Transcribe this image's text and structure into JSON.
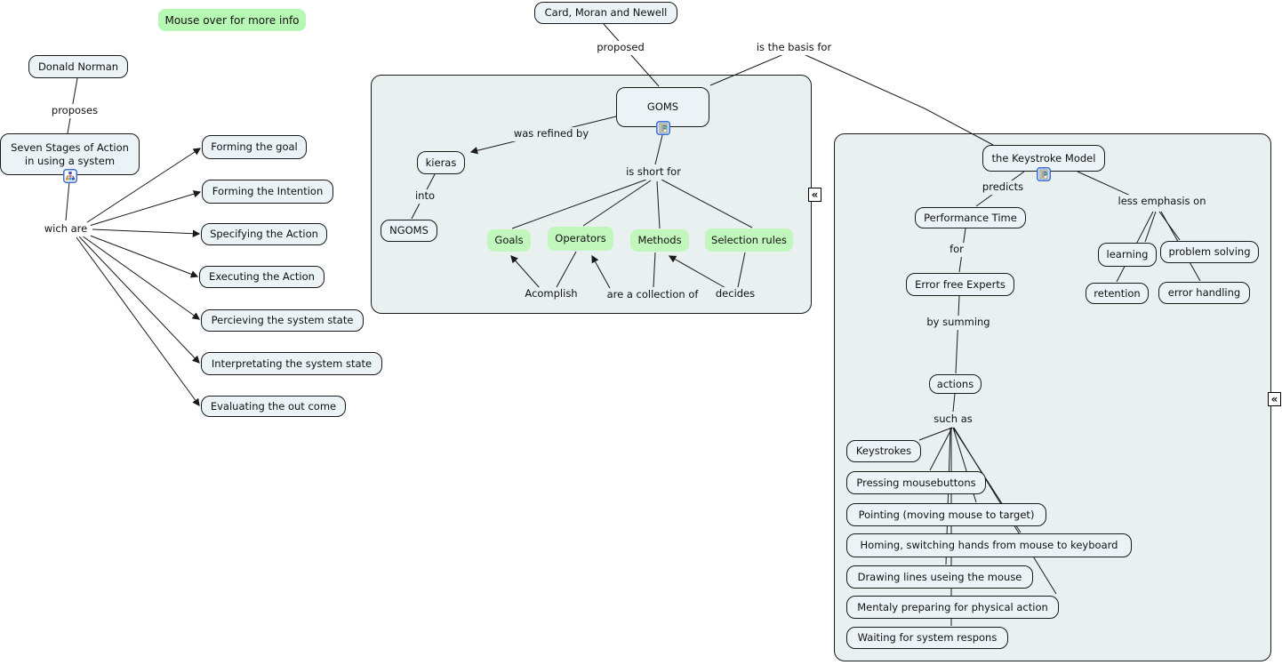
{
  "hint": {
    "label": "Mouse over for more info"
  },
  "norman": {
    "author": "Donald Norman",
    "link_proposes": "proposes",
    "concept": "Seven Stages of Action in using a system",
    "link_which_are": "wich are",
    "stages": [
      "Forming the goal",
      "Forming the Intention",
      "Specifying the Action",
      "Executing the Action",
      "Percieving the system state",
      "Interpretating the system state",
      "Evaluating the out come"
    ]
  },
  "goms": {
    "authors": "Card, Moran and Newell",
    "link_proposed": "proposed",
    "link_basis": "is the basis for",
    "concept": "GOMS",
    "link_refined": "was refined by",
    "kieras": "kieras",
    "link_into": "into",
    "ngoms": "NGOMS",
    "link_short_for": "is short for",
    "components": [
      "Goals",
      "Operators",
      "Methods",
      "Selection rules"
    ],
    "link_accomplish": "Acomplish",
    "link_collection": "are a collection of",
    "link_decides": "decides"
  },
  "keystroke": {
    "concept": "the Keystroke Model",
    "link_predicts": "predicts",
    "performance": "Performance Time",
    "link_for": "for",
    "experts": "Error free Experts",
    "link_summing": "by summing",
    "actions_label": "actions",
    "link_such_as": "such as",
    "action_items": [
      "Keystrokes",
      "Pressing mousebuttons",
      "Pointing (moving mouse to target)",
      "Homing, switching hands from mouse to keyboard",
      "Drawing lines useing the mouse",
      "Mentaly preparing for physical action",
      "Waiting for system respons"
    ],
    "link_less_emphasis": "less emphasis on",
    "emphasis_items": [
      "learning",
      "problem solving",
      "retention",
      "error handling"
    ]
  },
  "icons": {
    "collapse_glyph": "«",
    "stages_icon": "hierarchy-diagram-icon",
    "goms_icon": "document-resource-icon",
    "keystroke_icon": "document-resource-icon"
  },
  "colors": {
    "node_fill": "#ecf3f6",
    "panel_fill": "#e8f0f0",
    "green_fill": "#c1f6bd",
    "hint_fill": "#b7f7b4",
    "line": "#1a1a1a",
    "text": "#111111",
    "icon_border": "#3f6fd1"
  }
}
